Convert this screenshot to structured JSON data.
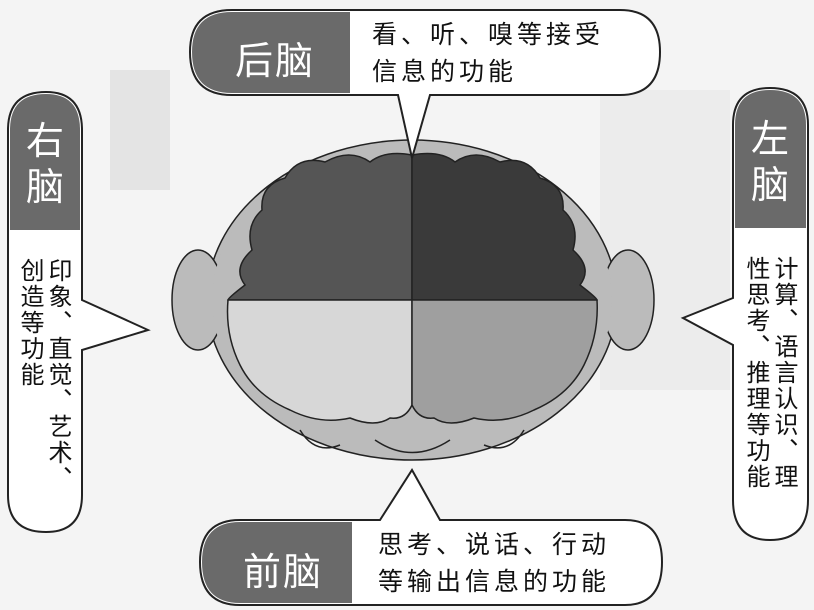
{
  "colors": {
    "tag_fill": "#6a6a6a",
    "tag_text": "#ffffff",
    "upper_left": "#555555",
    "upper_right": "#3a3a3a",
    "lower_left": "#d7d7d7",
    "lower_right": "#9f9f9f",
    "head": "#b9b9b9",
    "background": "#f4f4f4"
  },
  "back": {
    "tag": "后脑",
    "lines": [
      "看、听、嗅等接受",
      "信息的功能"
    ]
  },
  "front": {
    "tag": "前脑",
    "lines": [
      "思考、说话、行动",
      "等输出信息的功能"
    ]
  },
  "right": {
    "tag": [
      "右",
      "脑"
    ],
    "columns": [
      "印象、直觉、艺术、",
      "创造等功能"
    ]
  },
  "left": {
    "tag": [
      "左",
      "脑"
    ],
    "columns": [
      "计算、语言认识、理",
      "性思考、推理等功能"
    ]
  }
}
